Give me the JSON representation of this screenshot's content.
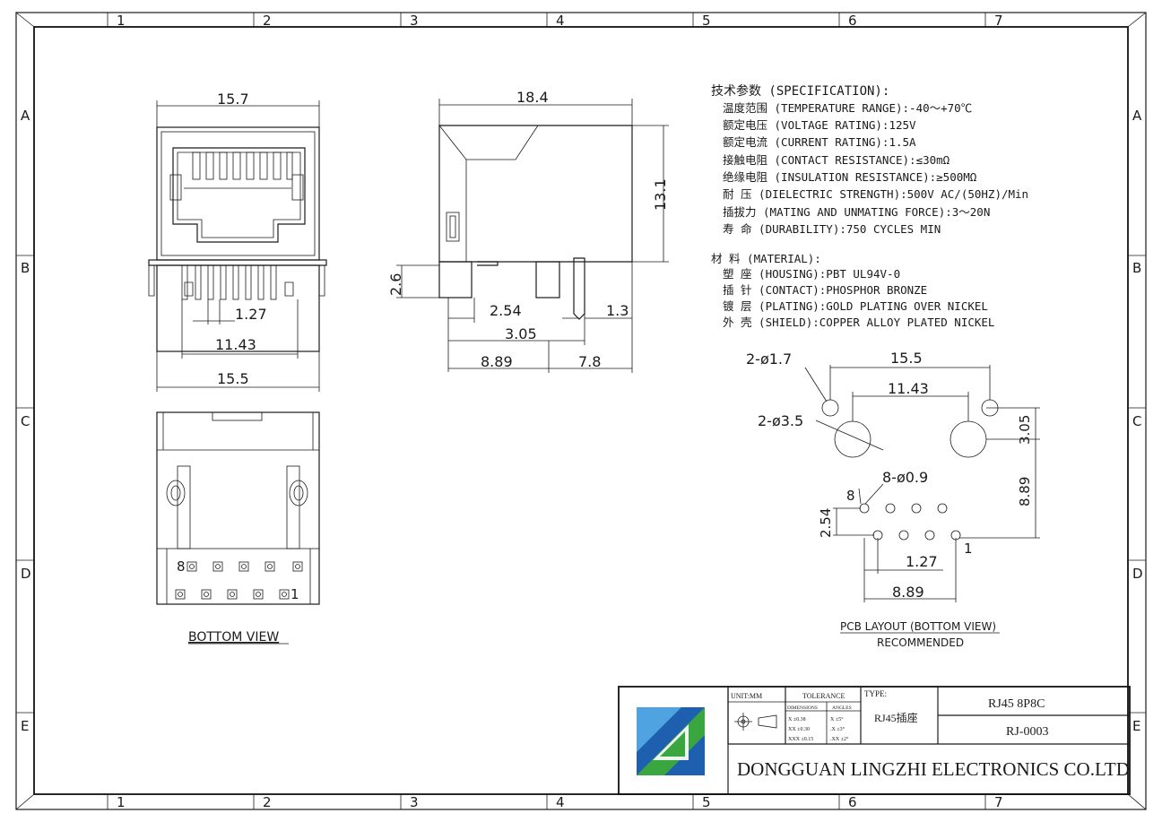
{
  "border": {
    "columns": [
      "1",
      "2",
      "3",
      "4",
      "5",
      "6",
      "7"
    ],
    "rows": [
      "A",
      "B",
      "C",
      "D",
      "E"
    ]
  },
  "front_view": {
    "dim_top": "15.7",
    "dim_pitch": "1.27",
    "dim_pin_span": "11.43",
    "dim_bottom": "15.5",
    "dim_height": "2.6"
  },
  "side_view": {
    "dim_length": "18.4",
    "dim_height": "13.1",
    "dim_a": "2.54",
    "dim_b": "1.3",
    "dim_c": "3.05",
    "dim_d": "8.89",
    "dim_e": "7.8"
  },
  "bottom_view": {
    "pin_8": "8",
    "pin_1": "1",
    "label": "BOTTOM VIEW"
  },
  "specification": {
    "title": "技术参数 (SPECIFICATION):",
    "lines": [
      "温度范围 (TEMPERATURE RANGE):-40～+70℃",
      "额定电压 (VOLTAGE RATING):125V",
      "额定电流 (CURRENT RATING):1.5A",
      "接触电阻 (CONTACT RESISTANCE):≤30mΩ",
      "绝缘电阻 (INSULATION RESISTANCE):≥500MΩ",
      "耐  压 (DIELECTRIC STRENGTH):500V AC/(50HZ)/Min",
      "插拔力 (MATING AND UNMATING FORCE):3～20N",
      "寿  命 (DURABILITY):750 CYCLES MIN"
    ]
  },
  "material": {
    "title": "材 料 (MATERIAL):",
    "lines": [
      "塑  座 (HOUSING):PBT UL94V-0",
      "插  针 (CONTACT):PHOSPHOR BRONZE",
      "镀  层 (PLATING):GOLD PLATING OVER NICKEL",
      "外  壳 (SHIELD):COPPER ALLOY PLATED NICKEL"
    ]
  },
  "pcb_layout": {
    "hole_small": "2-ø1.7",
    "hole_large": "2-ø3.5",
    "pins": "8-ø0.9",
    "dim_span": "15.5",
    "dim_inner": "11.43",
    "dim_v1": "3.05",
    "dim_v2": "8.89",
    "dim_row": "2.54",
    "dim_pitch": "1.27",
    "dim_pin_span": "8.89",
    "pin_8": "8",
    "pin_1": "1",
    "label": "PCB LAYOUT (BOTTOM VIEW)",
    "sublabel": "RECOMMENDED"
  },
  "title_block": {
    "unit": "UNIT:MM",
    "tolerance": "TOLERANCE",
    "dimensions": "DIMENSIONS",
    "angles": "ANGLES",
    "tol_x": "X  ±0.38",
    "tol_xx": "XX ±0.30",
    "tol_xxx": "XXX ±0.15",
    "ang_x": "X  ±5°",
    "ang_xx": ".X  ±3°",
    "ang_xxx": ".XX ±2°",
    "type_label": "TYPE:",
    "type_value": "RJ45插座",
    "part_name": "RJ45 8P8C",
    "part_number": "RJ-0003",
    "company": "DONGGUAN LINGZHI ELECTRONICS CO.LTD",
    "colors": {
      "logo_blue": "#1f5fb0",
      "logo_green": "#3aa63f",
      "logo_light": "#4fa3e0"
    }
  }
}
